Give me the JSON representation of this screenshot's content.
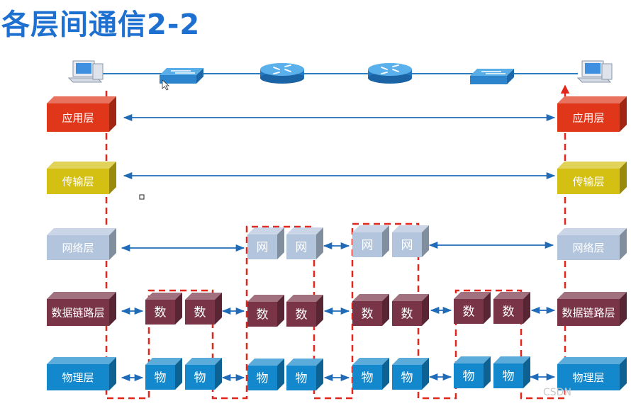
{
  "title": "各层间通信2-2",
  "watermark": "CSDN",
  "colors": {
    "app": "#e0361a",
    "transport": "#d4c012",
    "network": "#b3c5dc",
    "datalink": "#7a3448",
    "physical": "#1488cc",
    "arrow": "#1f6bb8",
    "dashed": "#e3261b",
    "cable": "#2a7dbf"
  },
  "layers": {
    "app": "应用层",
    "transport": "传输层",
    "network": "网络层",
    "datalink": "数据链路层",
    "physical": "物理层"
  },
  "mini": {
    "network": "网",
    "datalink": "数",
    "physical": "物"
  },
  "devices": [
    {
      "name": "computer",
      "icon": "computer-icon"
    },
    {
      "name": "switch",
      "icon": "switch-icon"
    },
    {
      "name": "router",
      "icon": "router-icon"
    },
    {
      "name": "router",
      "icon": "router-icon"
    },
    {
      "name": "switch",
      "icon": "switch-icon"
    },
    {
      "name": "computer",
      "icon": "computer-icon"
    }
  ]
}
